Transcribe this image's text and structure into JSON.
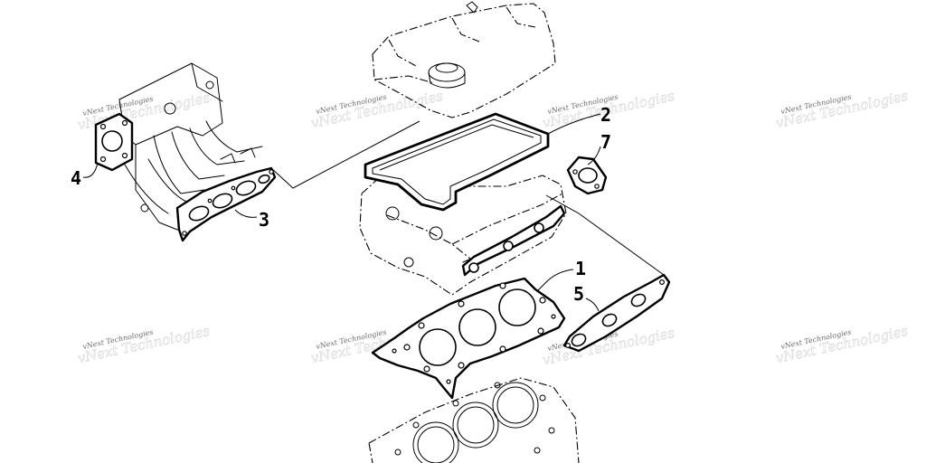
{
  "callouts": [
    "1",
    "2",
    "3",
    "4",
    "5",
    "7"
  ],
  "watermark": "vNext Technologies"
}
